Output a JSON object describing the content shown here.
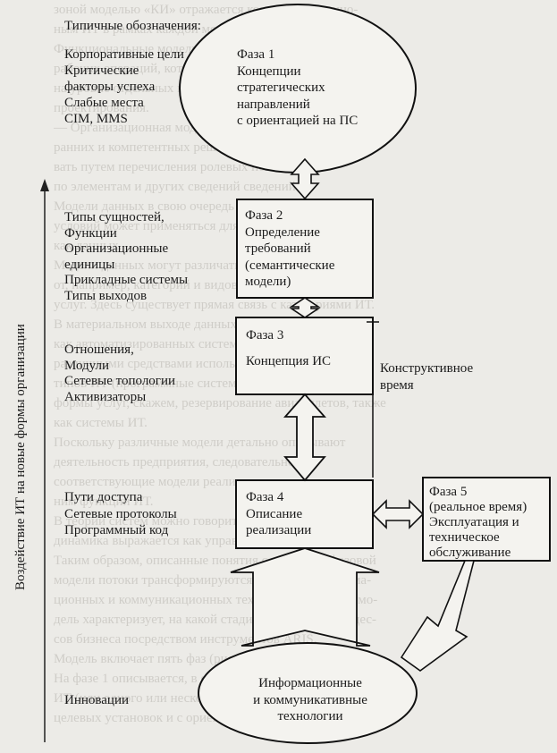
{
  "side_label": "Воздействие ИТ на новые формы организации",
  "typical_title": "Типичные обозначения:",
  "row1_items": [
    "Корпоративные цели",
    "Критические",
    "факторы успеха",
    "Слабые места",
    "CIM, MMS"
  ],
  "phase1": [
    "Фаза 1",
    "Концепции",
    "стратегических",
    "направлений",
    "с ориентацией на ПС"
  ],
  "row2_items": [
    "Типы сущностей,",
    "Функции",
    "Организационные",
    "единицы",
    "Прикладные системы",
    "Типы выходов"
  ],
  "phase2": [
    "Фаза 2",
    "Определение",
    "требований",
    "(семантические",
    "модели)"
  ],
  "row3_items": [
    "Отношения,",
    "Модули",
    "Сетевые топологии",
    "Активизаторы"
  ],
  "phase3": [
    "Фаза 3",
    "Концепция ИС"
  ],
  "constructive_time": [
    "Конструктивное",
    "время"
  ],
  "row4_items": [
    "Пути доступа",
    "Сетевые протоколы",
    "Программный код"
  ],
  "phase4": [
    "Фаза 4",
    "Описание",
    "реализации"
  ],
  "phase5": [
    "Фаза 5",
    "(реальное время)",
    "Эксплуатация и",
    "техническое",
    "обслуживание"
  ],
  "innovations": "Инновации",
  "it_tech": [
    "Информационные",
    "и коммуникативные",
    "технологии"
  ],
  "background_lines": [
    "зоной моделью «КИ» отражается концентрированно-",
    "ным ИТ в рамках каждой модели",
    "Функциональные модели, которые описывают ход",
    "рабочих операций, которые определяются на их",
    "на уровне отдельных моделей и ориентированы",
    "проектирования.",
    "— Организационная модель, где у них производится",
    "ранних и компетентных решений, можно детализиро-",
    "вать путем перечисления ролевых понятий",
    "по элементам и других сведений сведений",
    "Модели данных в свою очередь в рамках",
    "условий может применяться для описания",
    "как данных.",
    "Модели данных могут различаться в зависимости",
    "от, например, категорий и видов информационных",
    "услуг. Здесь существует прямая связь с категориями ИТ.",
    "В материальном выходе данных в рамках этой",
    "как автоматизированных систем с различными",
    "различными средствами используется понятие",
    "типов ИТ (программные системы и процессы). Другие",
    "формы услуг, скажем, резервирование авиабилетов, также",
    "как системы ИТ.",
    "Поскольку различные модели детально описывают",
    "деятельность предприятия, следовательно",
    "соответствующие модели реализации для процессов",
    "ним функций ИТ.",
    "В теории систем можно говорить о том, что",
    "динамика выражается как управляемые процессы",
    "Таким образом, описанные понятия с помощью фазовой",
    "модели потоки трансформируются в объекты информа-",
    "ционных и коммуникационных технологий. Фазовая мо-",
    "дель характеризует, на какой стадии реализации процес-",
    "сов бизнеса посредством инструментов ARIS.",
    "Модель включает пять фаз (рис. 4).",
    "На фазе 1 описывается, в соответствии с целями",
    "ИТ (или одного или нескольких) в контексте стратегии",
    "целевых установок и с ориентацией на использование ИС"
  ]
}
